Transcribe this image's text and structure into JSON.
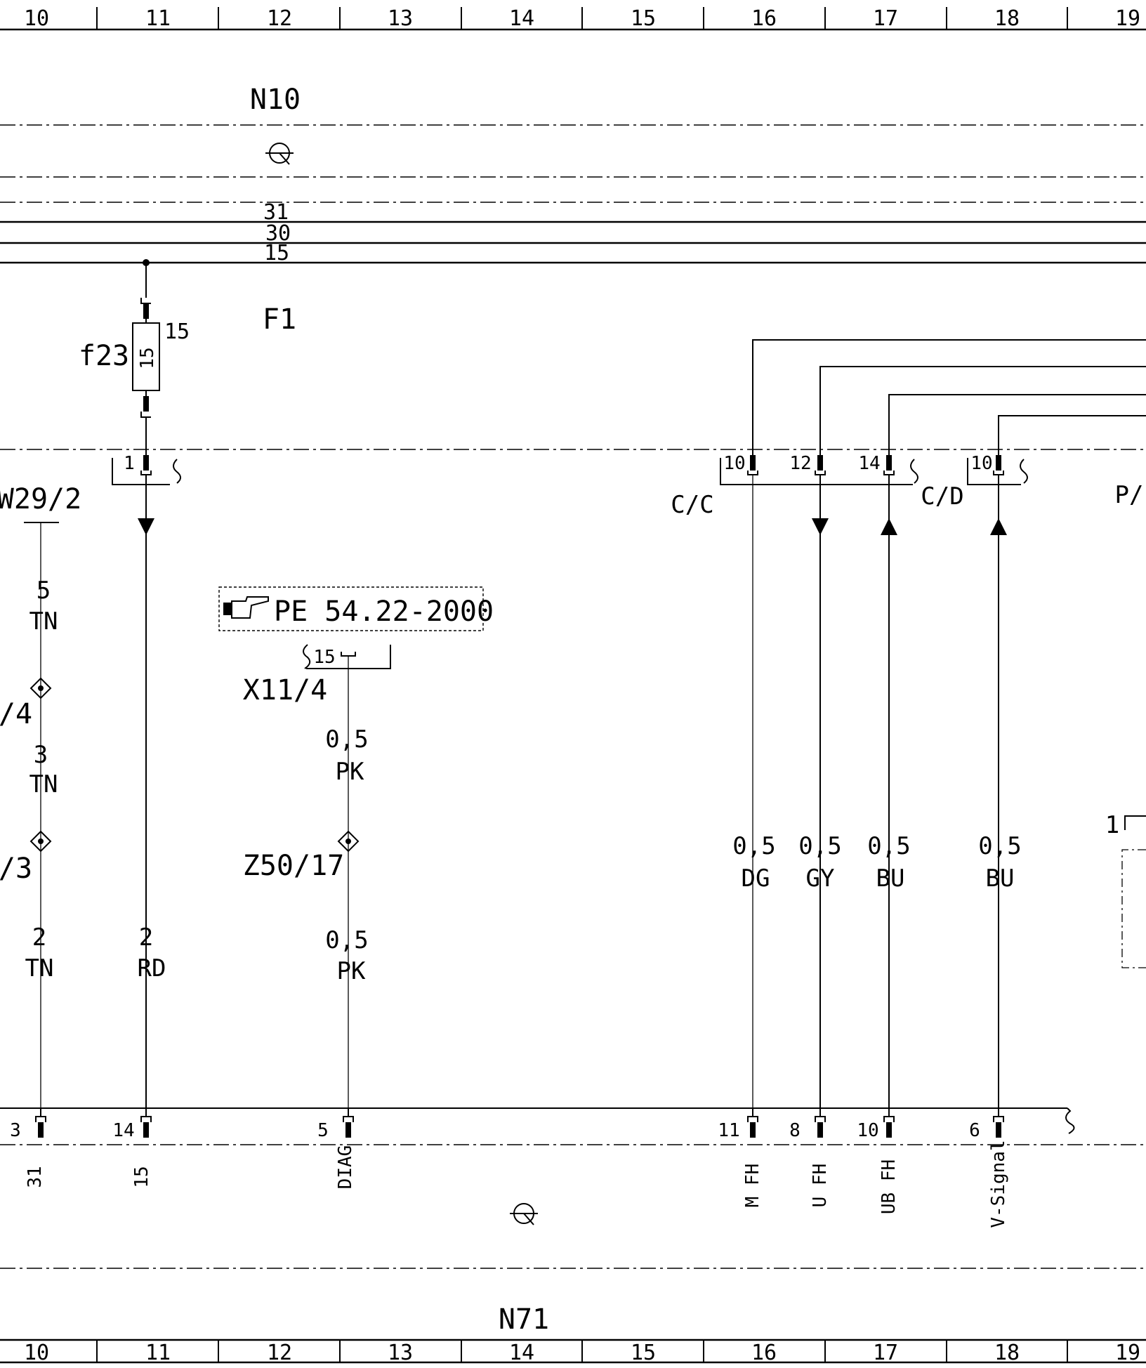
{
  "grid_labels": [
    "10",
    "11",
    "12",
    "13",
    "14",
    "15",
    "16",
    "17",
    "18",
    "19"
  ],
  "components": {
    "n10": "N10",
    "f1": "F1",
    "n71": "N71",
    "w29_2": "W29/2",
    "w29_4": "/4",
    "w29_3": "/3",
    "x11_4": "X11/4",
    "z50_17": "Z50/17",
    "fuse": {
      "name": "f23",
      "rating": "15",
      "pin": "15"
    },
    "cc": "C/C",
    "cd": "C/D",
    "p": "P/",
    "ref": "PE 54.22-2000",
    "x11_pin": "15",
    "right_pin": "1"
  },
  "bus_labels": {
    "b31": "31",
    "b30": "30",
    "b15": "15"
  },
  "upper_pins": {
    "f1_pin": "1",
    "cc_pin": "10",
    "cd_pin1": "12",
    "cd_pin2": "14",
    "p_pin": "10"
  },
  "wires": {
    "w1a": {
      "gauge": "5",
      "color": "TN"
    },
    "w1b": {
      "gauge": "3",
      "color": "TN"
    },
    "w1c": {
      "gauge": "2",
      "color": "TN"
    },
    "w2": {
      "gauge": "2",
      "color": "RD"
    },
    "w3a": {
      "gauge": "0,5",
      "color": "PK"
    },
    "w3b": {
      "gauge": "0,5",
      "color": "PK"
    },
    "w4": {
      "gauge": "0,5",
      "color": "DG"
    },
    "w5": {
      "gauge": "0,5",
      "color": "GY"
    },
    "w6": {
      "gauge": "0,5",
      "color": "BU"
    },
    "w7": {
      "gauge": "0,5",
      "color": "BU"
    }
  },
  "bottom_pins": [
    {
      "pin": "3",
      "signal": "31"
    },
    {
      "pin": "14",
      "signal": "15"
    },
    {
      "pin": "5",
      "signal": "DIAG"
    },
    {
      "pin": "11",
      "signal": "M FH"
    },
    {
      "pin": "8",
      "signal": "U FH"
    },
    {
      "pin": "10",
      "signal": "UB FH"
    },
    {
      "pin": "6",
      "signal": "V-Signal"
    }
  ],
  "colors": {
    "ink": "#000000",
    "paper": "#ffffff"
  }
}
